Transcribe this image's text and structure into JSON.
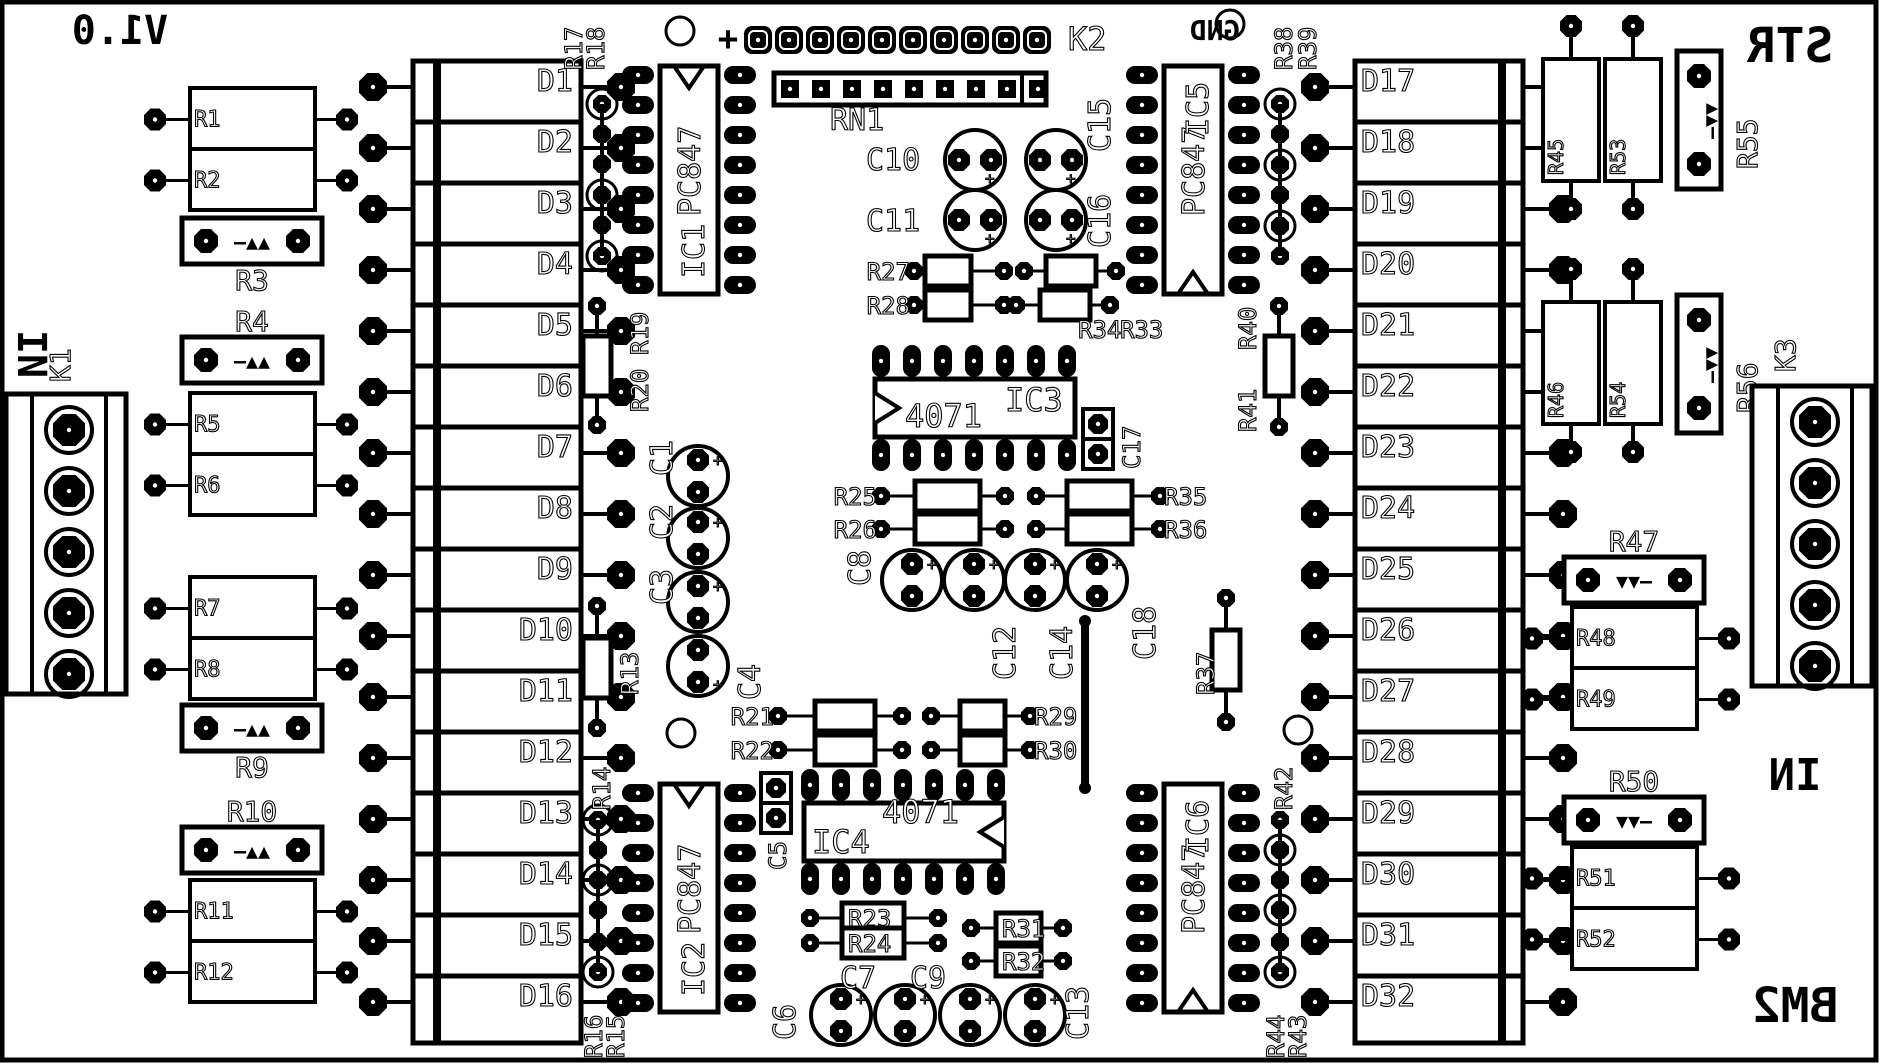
{
  "board": {
    "version_text": "V1.0",
    "brand_top_right": "STR",
    "brand_bottom_right": "BM2",
    "label_in_left": "IN",
    "label_in_right": "IN",
    "gnd_label": "GND",
    "plus_sign": "+",
    "colors": {
      "background": "#ffffff",
      "ink": "#000000"
    }
  },
  "connectors": {
    "k1": {
      "label": "K1",
      "pins": 5
    },
    "k2": {
      "label": "K2",
      "pins": 10
    },
    "k3": {
      "label": "K3",
      "pins": 5
    },
    "rn1": {
      "label": "RN1",
      "pins": 9
    }
  },
  "diodes_left": [
    "D1",
    "D2",
    "D3",
    "D4",
    "D5",
    "D6",
    "D7",
    "D8",
    "D9",
    "D10",
    "D11",
    "D12",
    "D13",
    "D14",
    "D15",
    "D16"
  ],
  "diodes_right": [
    "D17",
    "D18",
    "D19",
    "D20",
    "D21",
    "D22",
    "D23",
    "D24",
    "D25",
    "D26",
    "D27",
    "D28",
    "D29",
    "D30",
    "D31",
    "D32"
  ],
  "ics": {
    "ic1": {
      "ref": "IC1",
      "part": "PC847"
    },
    "ic2": {
      "ref": "IC2",
      "part": "PC847"
    },
    "ic3": {
      "ref": "IC3",
      "part": "4071"
    },
    "ic4": {
      "ref": "IC4",
      "part": "4071"
    },
    "ic5": {
      "ref": "IC5",
      "part": "PC847"
    },
    "ic6": {
      "ref": "IC6",
      "part": "PC847"
    }
  },
  "left_resistor_pairs": [
    {
      "a": "R1",
      "b": "R2"
    },
    {
      "a": "R5",
      "b": "R6"
    },
    {
      "a": "R7",
      "b": "R8"
    },
    {
      "a": "R11",
      "b": "R12"
    }
  ],
  "left_trimmers": [
    "R3",
    "R4",
    "R9",
    "R10"
  ],
  "right_resistor_pairs": [
    {
      "a": "R48",
      "b": "R49"
    },
    {
      "a": "R51",
      "b": "R52"
    }
  ],
  "right_trimmers": [
    "R47",
    "R50"
  ],
  "vertical_resistors_top_right": [
    "R45",
    "R53",
    "R46",
    "R54"
  ],
  "vertical_trimmers_top_right": [
    "R55",
    "R56"
  ],
  "misc_resistors": {
    "r13": "R13",
    "r14": "R14",
    "r15": "R15",
    "r16": "R16",
    "r17": "R17",
    "r18": "R18",
    "r19": "R19",
    "r20": "R20",
    "r21": "R21",
    "r22": "R22",
    "r23": "R23",
    "r24": "R24",
    "r25": "R25",
    "r26": "R26",
    "r27": "R27",
    "r28": "R28",
    "r29": "R29",
    "r30": "R30",
    "r31": "R31",
    "r32": "R32",
    "r33": "R33",
    "r34": "R34",
    "r35": "R35",
    "r36": "R36",
    "r37": "R37",
    "r38": "R38",
    "r39": "R39",
    "r40": "R40",
    "r41": "R41",
    "r42": "R42",
    "r43": "R43",
    "r44": "R44"
  },
  "capacitors": {
    "c1": "C1",
    "c2": "C2",
    "c3": "C3",
    "c4": "C4",
    "c5": "C5",
    "c6": "C6",
    "c7": "C7",
    "c8": "C8",
    "c9": "C9",
    "c10": "C10",
    "c11": "C11",
    "c12": "C12",
    "c13": "C13",
    "c14": "C14",
    "c15": "C15",
    "c16": "C16",
    "c17": "C17",
    "c18": "C18"
  },
  "trimmer_symbol": {
    "up": "—▲▲",
    "down": "▼▼—"
  }
}
